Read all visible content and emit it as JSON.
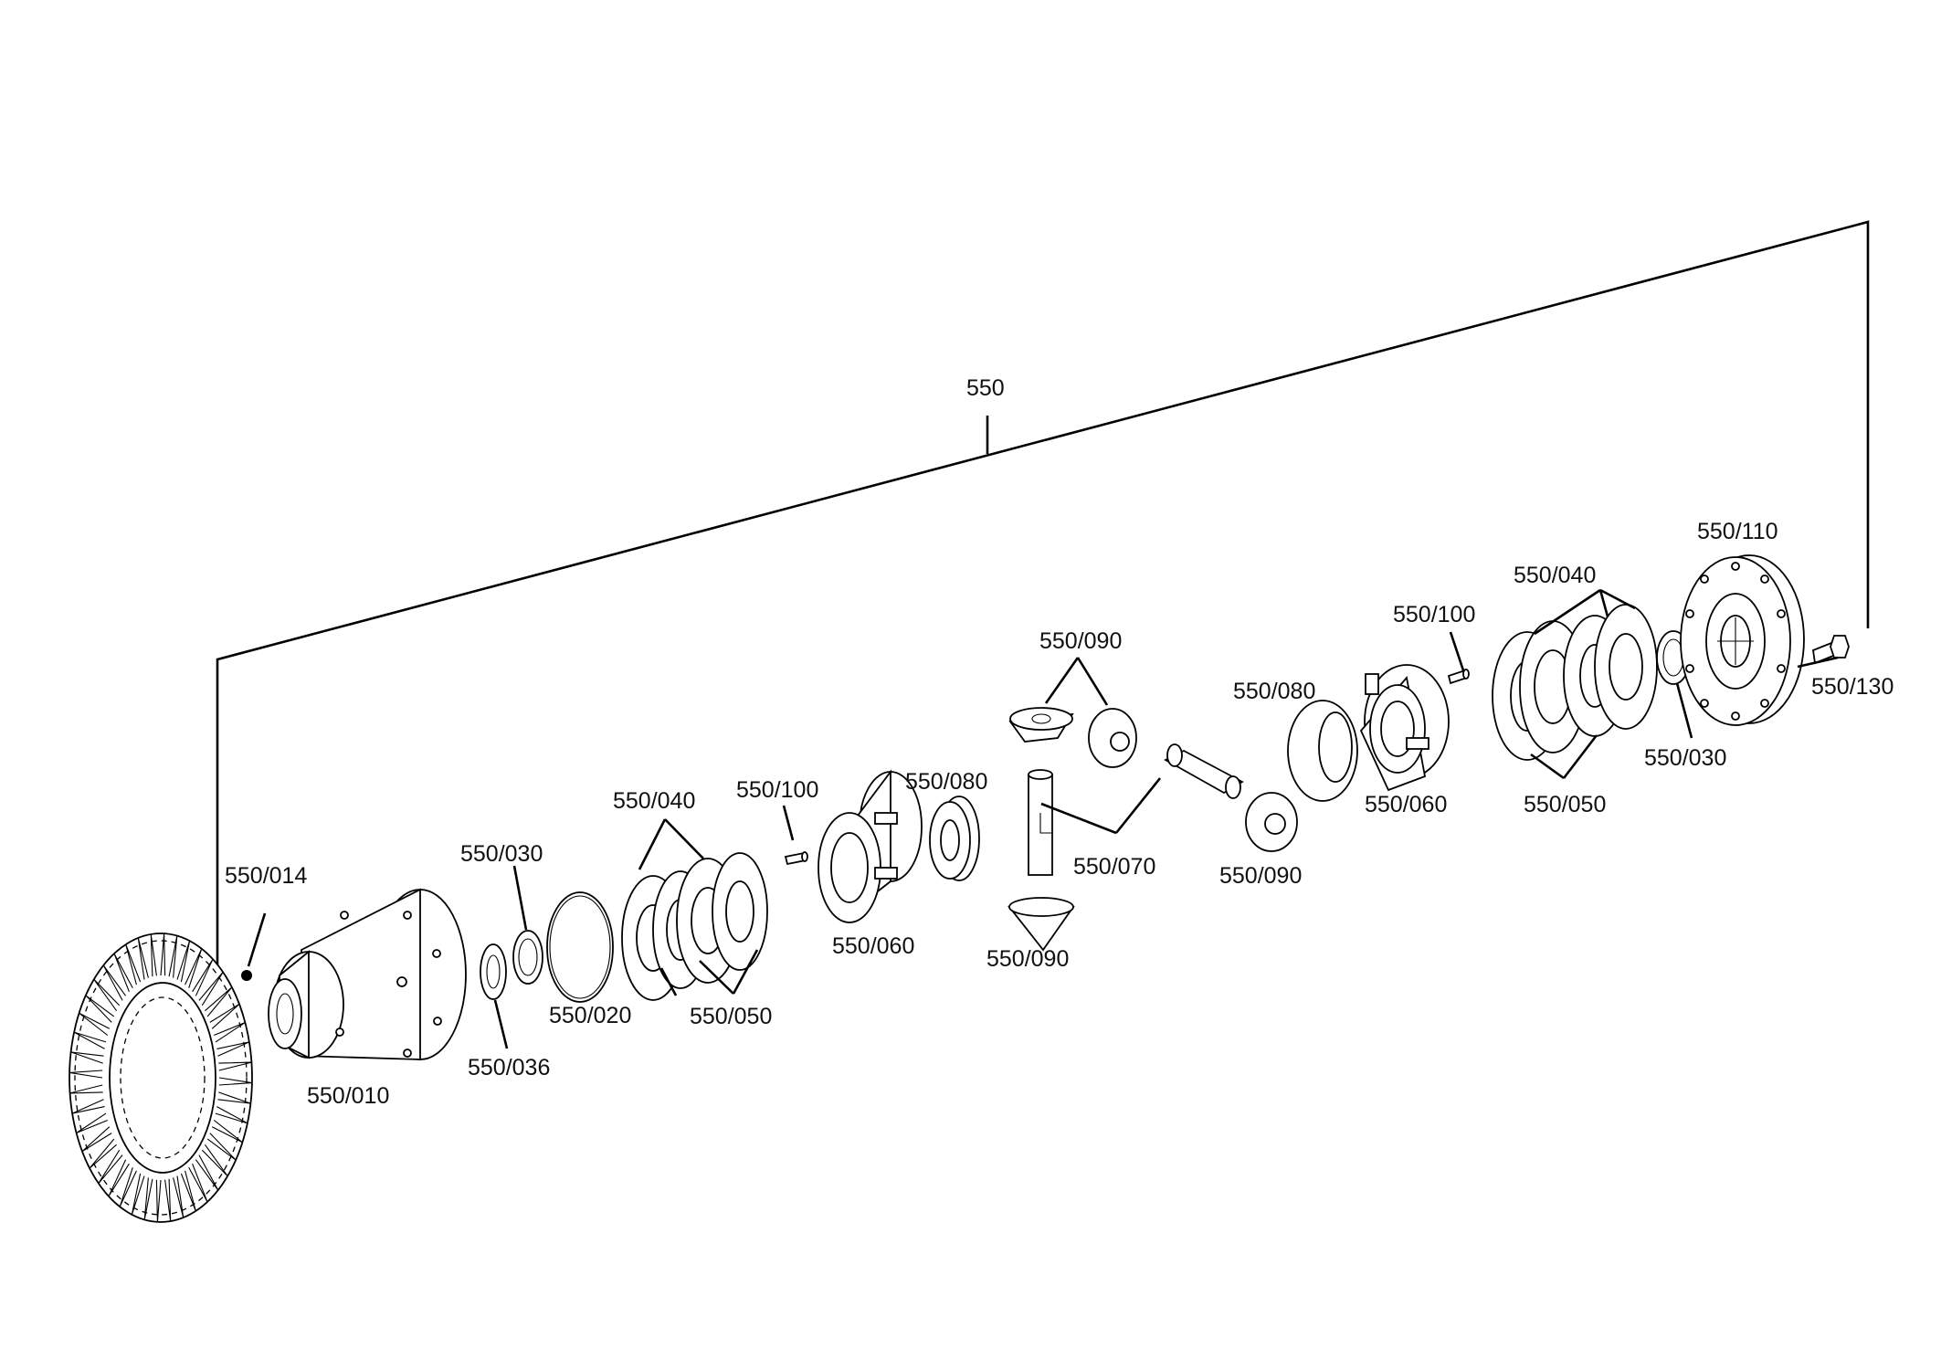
{
  "assembly_label": "550",
  "labels": {
    "p014": "550/014",
    "p010": "550/010",
    "p030_left": "550/030",
    "p036": "550/036",
    "p020": "550/020",
    "p040_left": "550/040",
    "p050_left": "550/050",
    "p100_left": "550/100",
    "p060_left": "550/060",
    "p080_left": "550/080",
    "p090_top": "550/090",
    "p090_bottom": "550/090",
    "p070": "550/070",
    "p090_right": "550/090",
    "p080_right": "550/080",
    "p060_right": "550/060",
    "p100_right": "550/100",
    "p040_right": "550/040",
    "p050_right": "550/050",
    "p030_right": "550/030",
    "p110": "550/110",
    "p130": "550/130"
  },
  "colors": {
    "line": "#000000",
    "text": "#111111",
    "background": "#ffffff"
  }
}
